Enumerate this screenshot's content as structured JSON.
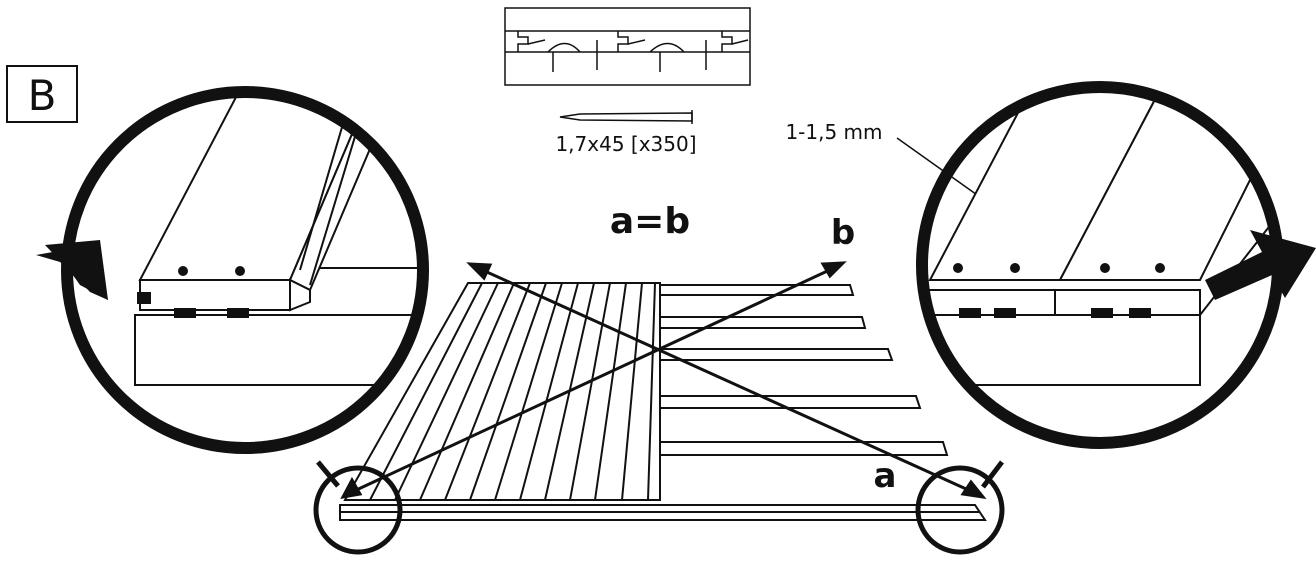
{
  "step_label": "B",
  "nail_spec": "1,7x45 [x350]",
  "gap_spec": "1-1,5 mm",
  "equation": "a=b",
  "diagonal_a": "a",
  "diagonal_b": "b",
  "colors": {
    "line": "#111111",
    "background": "#ffffff"
  },
  "icons": [
    "nail-icon",
    "rotation-arrow-icon"
  ]
}
